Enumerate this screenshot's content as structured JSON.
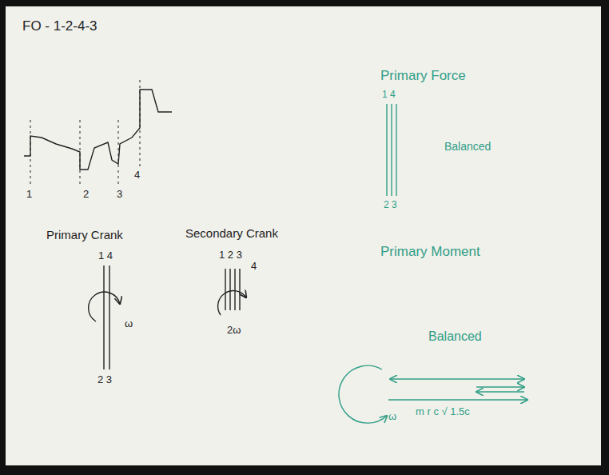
{
  "diagram": {
    "labels": [
      "FO - 1-2-4-3",
      "1",
      "2",
      "3",
      "4",
      "Primary Crank",
      "1 4",
      "ω",
      "2 3",
      "Secondary Crank",
      "1 2 3",
      "4",
      "2ω",
      "Primary Force",
      "1 4",
      "Balanced",
      "2 3",
      "Primary Moment",
      "Balanced",
      "ω",
      "m r c √ 1.5c"
    ]
  }
}
